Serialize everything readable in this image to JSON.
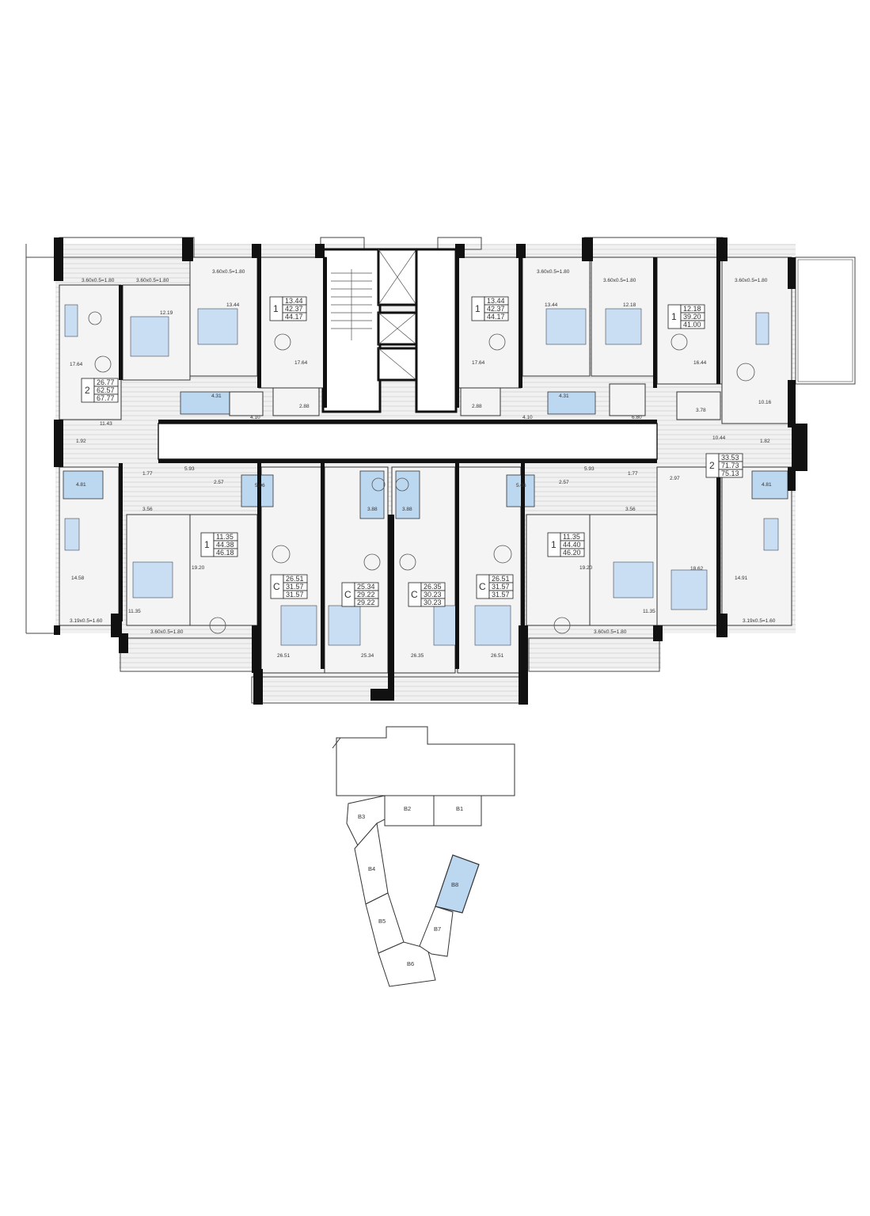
{
  "apartments": [
    {
      "id": "a1",
      "type": "2",
      "areas": [
        "26.77",
        "62.57",
        "67.77"
      ]
    },
    {
      "id": "a2",
      "type": "1",
      "areas": [
        "13.44",
        "42.37",
        "44.17"
      ]
    },
    {
      "id": "a3",
      "type": "1",
      "areas": [
        "13.44",
        "42.37",
        "44.17"
      ]
    },
    {
      "id": "a4",
      "type": "1",
      "areas": [
        "12.18",
        "39.20",
        "41.00"
      ]
    },
    {
      "id": "a5",
      "type": "2",
      "areas": [
        "33.53",
        "71.73",
        "75.13"
      ]
    },
    {
      "id": "a6",
      "type": "1",
      "areas": [
        "11.35",
        "44.38",
        "46.18"
      ]
    },
    {
      "id": "a7",
      "type": "C",
      "areas": [
        "26.51",
        "31.57",
        "31.57"
      ]
    },
    {
      "id": "a8",
      "type": "C",
      "areas": [
        "25.34",
        "29.22",
        "29.22"
      ]
    },
    {
      "id": "a9",
      "type": "C",
      "areas": [
        "26.35",
        "30.23",
        "30.23"
      ]
    },
    {
      "id": "a10",
      "type": "C",
      "areas": [
        "26.51",
        "31.57",
        "31.57"
      ]
    },
    {
      "id": "a11",
      "type": "1",
      "areas": [
        "11.35",
        "44.40",
        "46.20"
      ]
    }
  ],
  "balconies": {
    "b1": "3.60x0.5=1.80",
    "b2": "3.60x0.5=1.80",
    "b3": "3.60x0.5=1.80",
    "b4": "3.60x0.5=1.80",
    "b5": "3.60x0.5=1.80",
    "b6": "3.60x0.5=1.80",
    "b7": "3.19x0.5=1.60",
    "b8": "3.60x0.5=1.80",
    "b9": "3.60x0.5=1.80",
    "b10": "3.19x0.5=1.60"
  },
  "room_areas": {
    "r01": "17.64",
    "r02": "12.19",
    "r03": "13.44",
    "r04": "17.64",
    "r05": "17.64",
    "r06": "13.44",
    "r07": "12.18",
    "r08": "16.44",
    "r09": "10.16",
    "r10": "11.43",
    "r11": "1.92",
    "r12": "4.31",
    "r13": "4.10",
    "r14": "2.88",
    "r15": "2.88",
    "r16": "4.10",
    "r17": "4.31",
    "r18": "6.80",
    "r19": "3.78",
    "r20": "10.44",
    "r21": "1.82",
    "r22": "4.81",
    "r23": "1.77",
    "r24": "5.93",
    "r25": "2.57",
    "r26": "5.06",
    "r27": "3.56",
    "r28": "14.58",
    "r29": "19.20",
    "r30": "11.35",
    "r31": "26.51",
    "r32": "25.34",
    "r33": "3.88",
    "r34": "3.88",
    "r35": "26.35",
    "r36": "26.51",
    "r37": "5.06",
    "r38": "2.57",
    "r39": "5.93",
    "r40": "1.77",
    "r41": "2.97",
    "r42": "3.56",
    "r43": "19.20",
    "r44": "11.35",
    "r45": "18.62",
    "r46": "14.91",
    "r47": "4.81"
  },
  "sections": [
    "В1",
    "В2",
    "В3",
    "В4",
    "В5",
    "В6",
    "В7",
    "В8"
  ],
  "highlighted_section": "В8",
  "colors": {
    "accent": "#bcd7f0",
    "wall": "#111111",
    "floor": "#f4f4f4"
  }
}
